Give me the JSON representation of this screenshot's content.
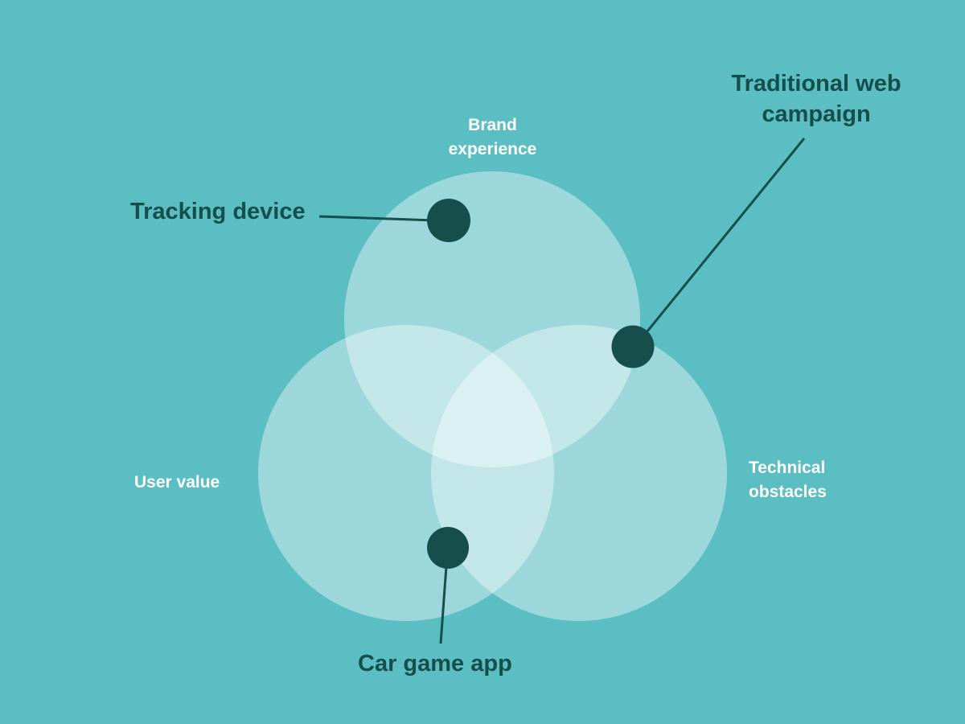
{
  "colors": {
    "background": "#5bbec3",
    "circle": "#ffffff",
    "marker": "#164e4c"
  },
  "sets": [
    {
      "label": "Brand experience",
      "lines": [
        "Brand",
        "experience"
      ]
    },
    {
      "label": "User value"
    },
    {
      "label": "Technical obstacles",
      "lines": [
        "Technical",
        "obstacles"
      ]
    }
  ],
  "items": [
    {
      "label": "Tracking device",
      "sets": [
        "Brand experience"
      ]
    },
    {
      "label": "Traditional web campaign",
      "lines": [
        "Traditional web",
        "campaign"
      ],
      "sets": [
        "Brand experience",
        "Technical obstacles"
      ]
    },
    {
      "label": "Car game app",
      "sets": [
        "User value",
        "Technical obstacles"
      ]
    }
  ]
}
